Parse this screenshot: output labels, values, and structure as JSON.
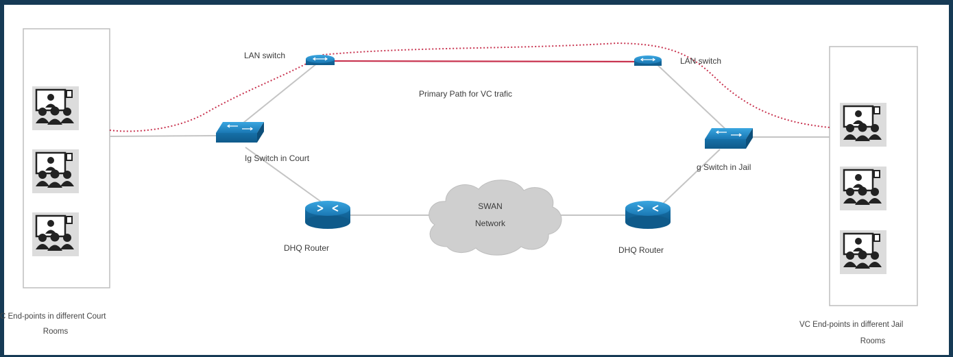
{
  "diagram": {
    "lan_switch_left": "LAN switch",
    "lan_switch_right": "LAN switch",
    "primary_path": "Primary Path for VC trafic",
    "switch_court": "Ig Switch in Court",
    "switch_jail": "g Switch in Jail",
    "swan_line1": "SWAN",
    "swan_line2": "Network",
    "router_left": "DHQ Router",
    "router_right": "DHQ Router",
    "court_caption_line1": "C End-points in different Court",
    "court_caption_line2": "Rooms",
    "jail_caption_line1": "VC End-points in different Jail",
    "jail_caption_line2": "Rooms",
    "icon_names": [
      "vc-endpoint-icon",
      "lan-switch-icon",
      "workgroup-switch-icon",
      "router-icon",
      "cloud-icon"
    ],
    "colors": {
      "primary_path": "#c8334f",
      "background": "#163a55",
      "device_blue": "#1e86c4"
    }
  }
}
